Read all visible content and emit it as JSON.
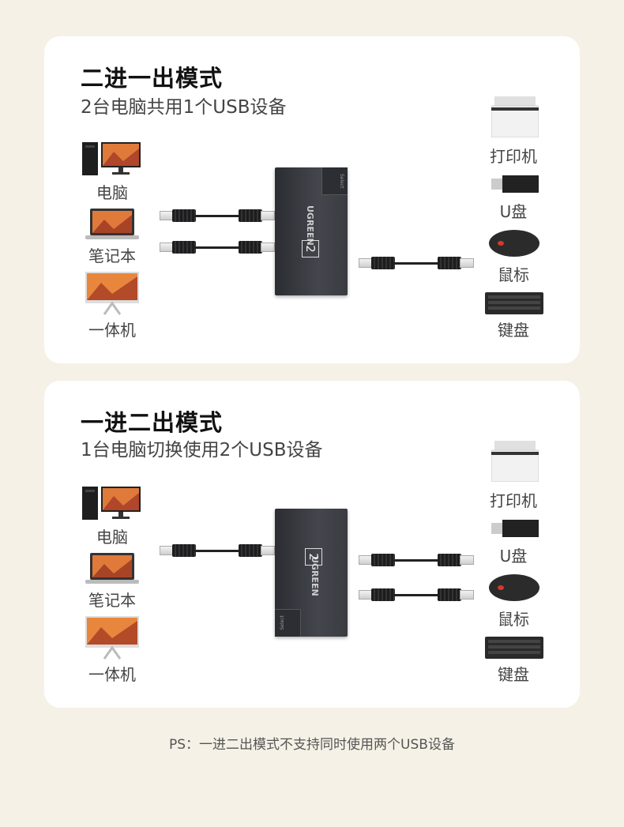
{
  "sections": [
    {
      "title": "二进一出模式",
      "subtitle": "2台电脑共用1个USB设备",
      "left_devices": [
        "电脑",
        "笔记本",
        "一体机"
      ],
      "right_devices": [
        "打印机",
        "U盘",
        "鼠标",
        "键盘"
      ],
      "switch": {
        "brand": "UGREEN",
        "number": "2",
        "button": "Select"
      }
    },
    {
      "title": "一进二出模式",
      "subtitle": "1台电脑切换使用2个USB设备",
      "left_devices": [
        "电脑",
        "笔记本",
        "一体机"
      ],
      "right_devices": [
        "打印机",
        "U盘",
        "鼠标",
        "键盘"
      ],
      "switch": {
        "brand": "UGREEN",
        "number": "2",
        "button": "Select"
      }
    }
  ],
  "footnote": "PS：一进二出模式不支持同时使用两个USB设备",
  "colors": {
    "background": "#f6f1e6",
    "card": "#ffffff",
    "device": "#3a3c42"
  }
}
